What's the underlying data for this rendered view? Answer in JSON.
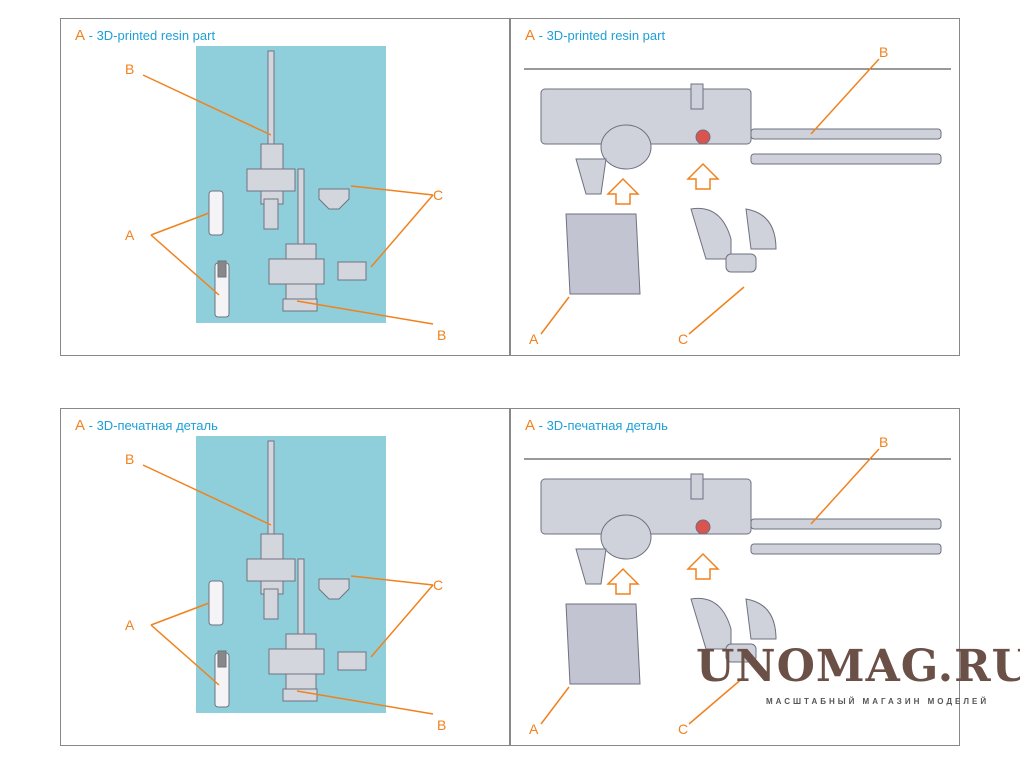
{
  "panels": [
    {
      "caption_letter": "A",
      "caption_text": " - 3D-printed resin part",
      "labels": {
        "b1": "B",
        "a": "A",
        "c": "C",
        "b2": "B"
      }
    },
    {
      "caption_letter": "A",
      "caption_text": " - 3D-printed resin part",
      "labels": {
        "b": "B",
        "a": "A",
        "c": "C"
      }
    },
    {
      "caption_letter": "A",
      "caption_text": " - 3D-печатная деталь",
      "labels": {
        "b1": "B",
        "a": "A",
        "c": "C",
        "b2": "B"
      }
    },
    {
      "caption_letter": "A",
      "caption_text": " - 3D-печатная деталь",
      "labels": {
        "b": "B",
        "a": "A",
        "c": "C"
      }
    }
  ],
  "watermark": {
    "title": "UNOMAG.RU",
    "subtitle": "МАСШТАБНЫЙ МАГАЗИН МОДЕЛЕЙ"
  },
  "colors": {
    "label": "#f0821e",
    "caption": "#1e9fd6",
    "backdrop": "#8ecfdb",
    "part": "#c9cbd6"
  }
}
